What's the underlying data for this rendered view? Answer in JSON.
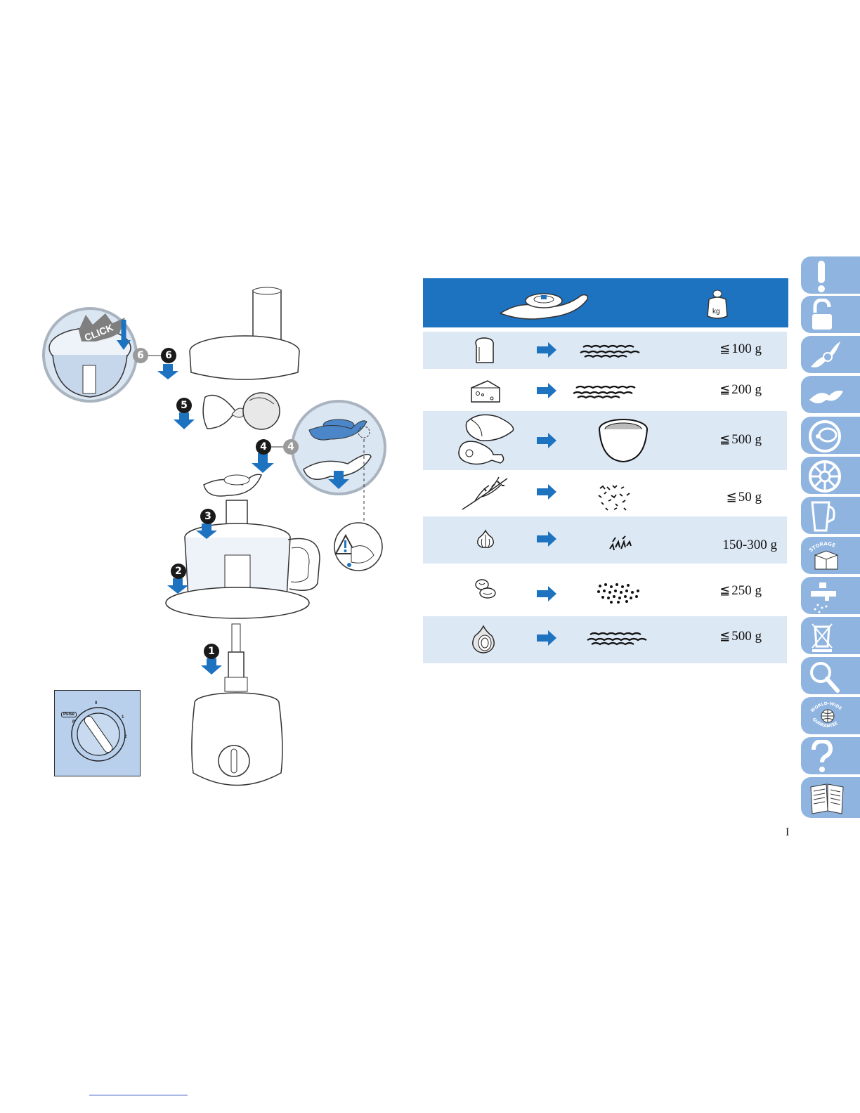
{
  "assembly": {
    "steps": [
      "1",
      "2",
      "3",
      "4",
      "5",
      "6"
    ],
    "click_label": "CLICK",
    "dial_labels": {
      "pulse": "Pulse",
      "zero": "0",
      "one": "1",
      "two": "2",
      "p": "P"
    }
  },
  "table": {
    "header_icons": [
      "chopping-blade-icon",
      "weight-kg-icon"
    ],
    "kg_label": "kg",
    "rows": [
      {
        "ingredient": "bread-icon",
        "result": "chopped-pieces-icon",
        "amount": "100 g",
        "prefix": "≦"
      },
      {
        "ingredient": "cheese-icon",
        "result": "chopped-pieces-icon",
        "amount": "200 g",
        "prefix": "≦"
      },
      {
        "ingredient": "meat-icon",
        "result": "minced-bowl-icon",
        "amount": "500 g",
        "prefix": "≦"
      },
      {
        "ingredient": "herbs-icon",
        "result": "chopped-herbs-icon",
        "amount": "50 g",
        "prefix": "≦"
      },
      {
        "ingredient": "garlic-icon",
        "result": "chopped-garlic-icon",
        "amount": "150-300 g",
        "prefix": ""
      },
      {
        "ingredient": "nuts-icon",
        "result": "chopped-nuts-icon",
        "amount": "250 g",
        "prefix": "≦"
      },
      {
        "ingredient": "onion-icon",
        "result": "chopped-pieces-icon",
        "amount": "500 g",
        "prefix": "≦"
      }
    ]
  },
  "tabs": [
    {
      "icon": "exclamation-icon"
    },
    {
      "icon": "unlock-icon"
    },
    {
      "icon": "blade-icon"
    },
    {
      "icon": "kneading-tool-icon"
    },
    {
      "icon": "disc-icon"
    },
    {
      "icon": "emulsifying-disc-icon"
    },
    {
      "icon": "jug-icon"
    },
    {
      "icon": "storage-icon",
      "label": "STORAGE"
    },
    {
      "icon": "tap-icon"
    },
    {
      "icon": "disposal-icon"
    },
    {
      "icon": "magnifier-icon"
    },
    {
      "icon": "globe-icon",
      "label_top": "WORLD-WIDE",
      "label_bottom": "GUARANTEE"
    },
    {
      "icon": "question-icon"
    },
    {
      "icon": "book-icon"
    }
  ],
  "page_number": "I"
}
